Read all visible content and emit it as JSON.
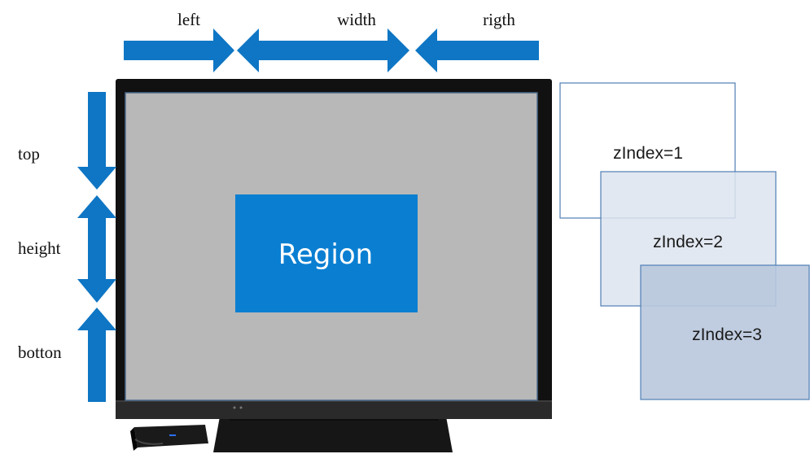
{
  "colors": {
    "arrow": "#0e76c4",
    "region": "#0a7fd2",
    "screen": "#b8b8b8",
    "screen_border": "#4a6a8c",
    "bezel": "#111111",
    "layer_border": "#4f7fb5",
    "layer1_fill": "#ffffff",
    "layer2_fill": "#dde4ee",
    "layer3_fill": "#b9c8dd"
  },
  "labels": {
    "left": "left",
    "width": "width",
    "right": "rigth",
    "top": "top",
    "height": "height",
    "bottom": "botton"
  },
  "region": {
    "label": "Region"
  },
  "layers": [
    {
      "label": "zIndex=1"
    },
    {
      "label": "zIndex=2"
    },
    {
      "label": "zIndex=3"
    }
  ],
  "icons": {
    "tv": "television-icon",
    "device": "media-player-icon"
  }
}
